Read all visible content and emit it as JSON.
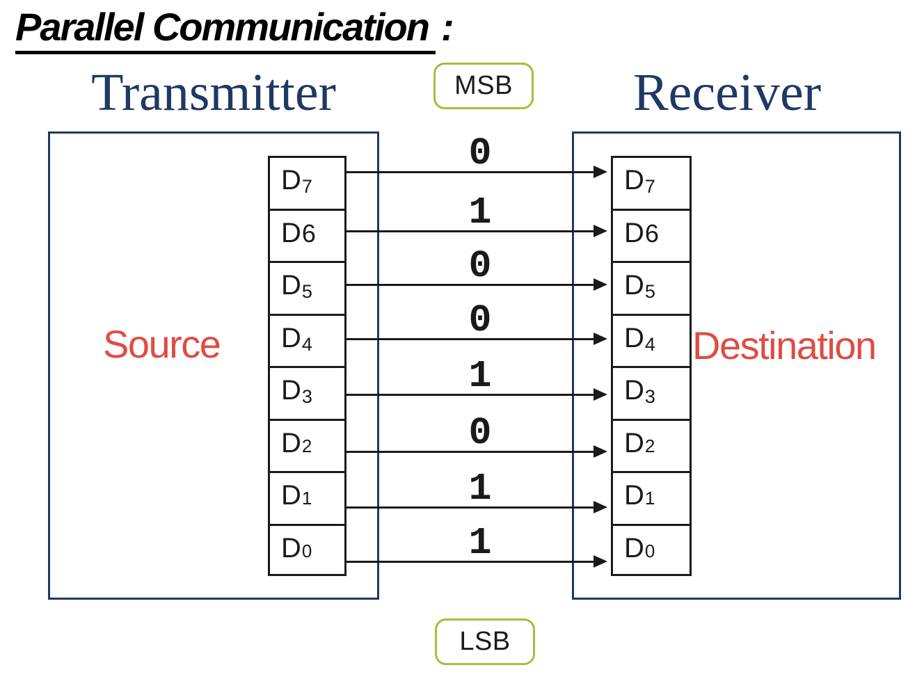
{
  "title": {
    "text": "Parallel Communication",
    "suffix": ":"
  },
  "headings": {
    "transmitter": "Transmitter",
    "receiver": "Receiver"
  },
  "badges": {
    "msb": "MSB",
    "lsb": "LSB"
  },
  "labels": {
    "source": "Source",
    "destination": "Destination"
  },
  "registers": {
    "cells": [
      {
        "prefix": "D",
        "digit": "7"
      },
      {
        "prefix": "D",
        "digit": "6"
      },
      {
        "prefix": "D",
        "digit": "5"
      },
      {
        "prefix": "D",
        "digit": "4"
      },
      {
        "prefix": "D",
        "digit": "3"
      },
      {
        "prefix": "D",
        "digit": "2"
      },
      {
        "prefix": "D",
        "digit": "1"
      },
      {
        "prefix": "D",
        "digit": "0"
      }
    ]
  },
  "bits": [
    "0",
    "1",
    "0",
    "0",
    "1",
    "0",
    "1",
    "1"
  ],
  "colors": {
    "heading_navy": "#1f3864",
    "box_border_navy": "#1f3864",
    "label_red": "#e04b43",
    "badge_olive": "#a7bd3c",
    "ink_black": "#1a1a1a"
  }
}
